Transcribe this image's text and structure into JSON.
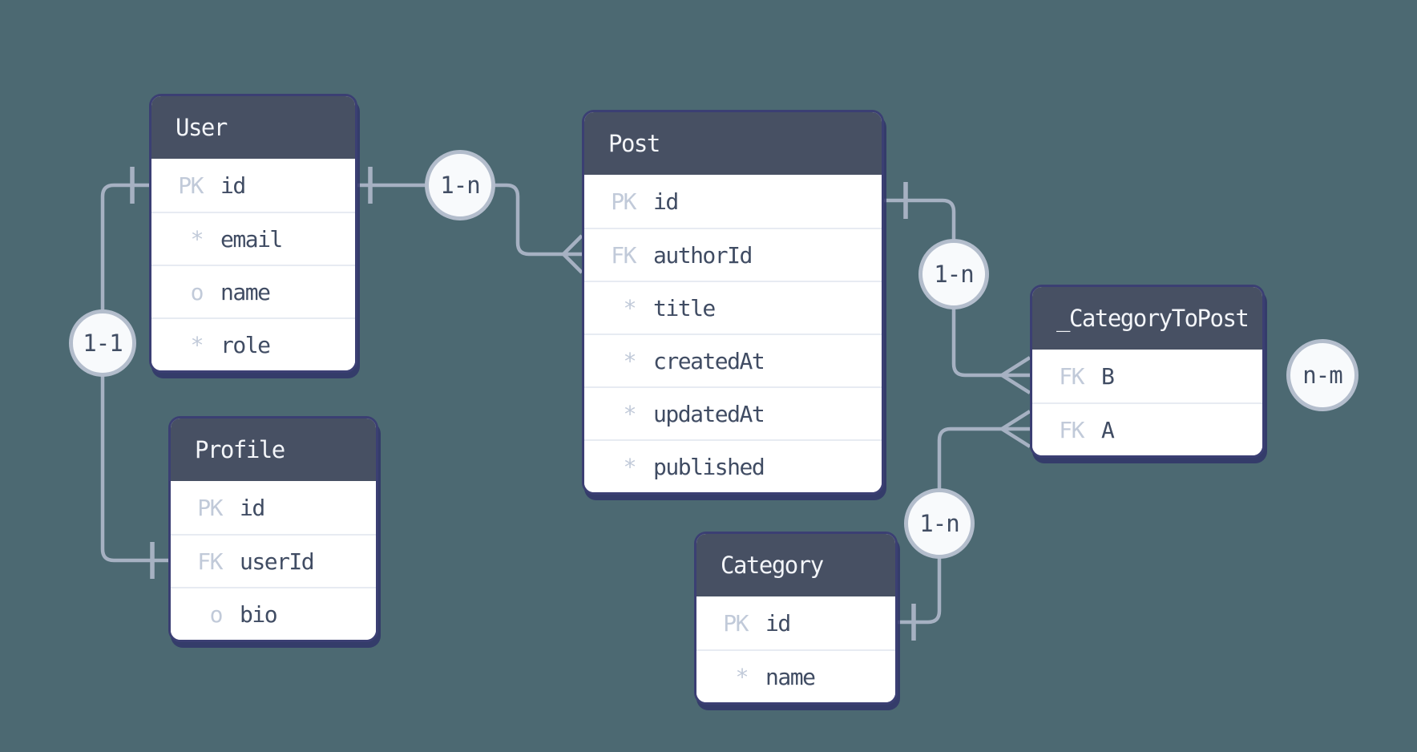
{
  "colors": {
    "background": "#4c6972",
    "table_header": "#475063",
    "table_border": "#3b3f73",
    "table_body": "#ffffff",
    "field_name_text": "#404c63",
    "key_label_text": "#c1cad9",
    "header_text": "#f3f5f9",
    "connector": "#a6b1c2",
    "badge_fill": "#f8fafc",
    "badge_border": "#b3bdcc"
  },
  "tables": [
    {
      "title": "User",
      "fields": [
        {
          "key": "PK",
          "name": "id"
        },
        {
          "key": "*",
          "name": "email"
        },
        {
          "key": "o",
          "name": "name"
        },
        {
          "key": "*",
          "name": "role"
        }
      ]
    },
    {
      "title": "Profile",
      "fields": [
        {
          "key": "PK",
          "name": "id"
        },
        {
          "key": "FK",
          "name": "userId"
        },
        {
          "key": "o",
          "name": "bio"
        }
      ]
    },
    {
      "title": "Post",
      "fields": [
        {
          "key": "PK",
          "name": "id"
        },
        {
          "key": "FK",
          "name": "authorId"
        },
        {
          "key": "*",
          "name": "title"
        },
        {
          "key": "*",
          "name": "createdAt"
        },
        {
          "key": "*",
          "name": "updatedAt"
        },
        {
          "key": "*",
          "name": "published"
        }
      ]
    },
    {
      "title": "Category",
      "fields": [
        {
          "key": "PK",
          "name": "id"
        },
        {
          "key": "*",
          "name": "name"
        }
      ]
    },
    {
      "title": "_CategoryToPost",
      "fields": [
        {
          "key": "FK",
          "name": "B"
        },
        {
          "key": "FK",
          "name": "A"
        }
      ]
    }
  ],
  "badges": [
    {
      "label": "1-1"
    },
    {
      "label": "1-n"
    },
    {
      "label": "1-n"
    },
    {
      "label": "1-n"
    },
    {
      "label": "n-m"
    }
  ]
}
